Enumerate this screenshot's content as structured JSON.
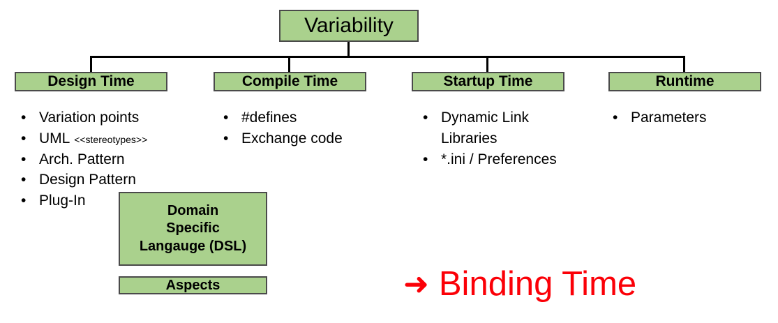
{
  "diagram": {
    "root": {
      "label": "Variability"
    },
    "columns": [
      {
        "header": "Design Time",
        "items": [
          {
            "text": "Variation points"
          },
          {
            "text": "UML",
            "note": "<<stereotypes>>"
          },
          {
            "text": "Arch. Pattern"
          },
          {
            "text": "Design Pattern"
          },
          {
            "text": "Plug-In"
          }
        ]
      },
      {
        "header": "Compile Time",
        "items": [
          {
            "text": "#defines"
          },
          {
            "text": "Exchange code"
          }
        ]
      },
      {
        "header": "Startup Time",
        "items": [
          {
            "text": "Dynamic Link Libraries"
          },
          {
            "text": "*.ini / Preferences"
          }
        ]
      },
      {
        "header": "Runtime",
        "items": [
          {
            "text": "Parameters"
          }
        ]
      }
    ],
    "extra_boxes": [
      {
        "name": "dsl",
        "line1": "Domain",
        "line2": "Specific",
        "line3": "Langauge (DSL)"
      },
      {
        "name": "aspects",
        "label": "Aspects"
      }
    ],
    "callout": {
      "arrow_icon": "right-arrow-icon",
      "arrow_glyph": "➜",
      "label": "Binding Time"
    },
    "bullet_glyph": "•",
    "colors": {
      "box_fill": "#aad18d",
      "box_border": "#4a4a4a",
      "connector": "#000000",
      "text": "#000000",
      "callout": "#fb0007",
      "background": "#ffffff"
    }
  }
}
